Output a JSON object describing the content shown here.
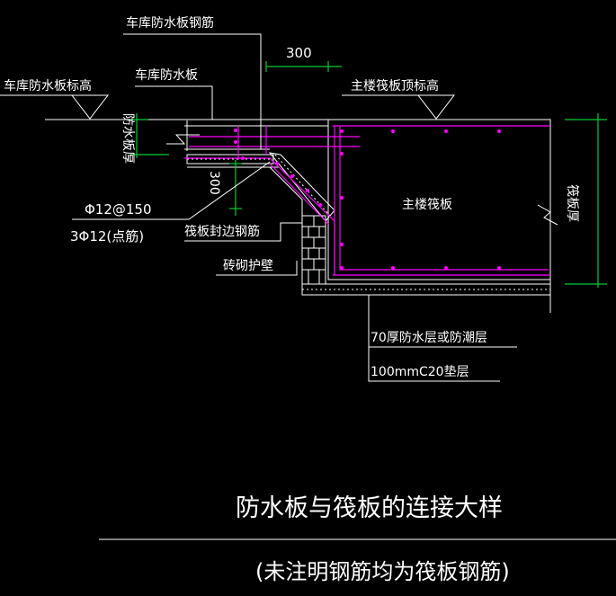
{
  "labels": {
    "garage_waterproof_rebar": "车库防水板钢筋",
    "dimension_300_top": "300",
    "garage_waterproof_slab": "车库防水板",
    "garage_slab_elevation": "车库防水板标高",
    "main_raft_top_elevation": "主楼筏板顶标高",
    "waterproof_slab_thickness": "防水板厚",
    "dimension_300_vertical": "300",
    "rebar_spacing": "Φ12@150",
    "point_rebar": "3Φ12(点筋)",
    "main_raft": "主楼筏板",
    "raft_thickness": "筏板厚",
    "raft_edge_rebar": "筏板封边钢筋",
    "brick_retaining_wall": "砖砌护壁",
    "waterproof_layer": "70厚防水层或防潮层",
    "cushion_layer": "100mmC20垫层",
    "title": "防水板与筏板的连接大样",
    "subtitle": "(未注明钢筋均为筏板钢筋)"
  },
  "colors": {
    "background": "#000000",
    "linework": "#ffffff",
    "rebar": "#ff00ff",
    "dimension": "#00cc33"
  }
}
